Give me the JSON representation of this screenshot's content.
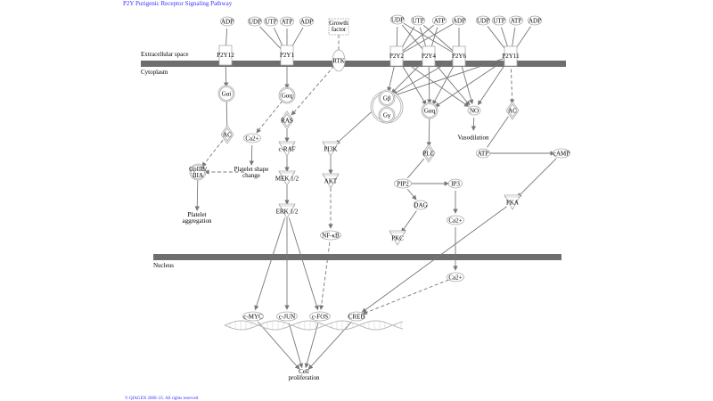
{
  "title": "P2Y Purigenic Receptor Signaling Pathway",
  "copyright": "© QIAGEN 2000–25. All rights reserved",
  "compartments": {
    "extracellular": "Extracellular space",
    "cytoplasm": "Cytoplasm",
    "nucleus": "Nucleus"
  },
  "colors": {
    "membrane": "#6e6e6e",
    "edge": "#777777",
    "node_stroke": "#aaaaaa",
    "link": "#3333ff"
  },
  "nodes": {
    "adp1": "ADP",
    "udp1": "UDP",
    "utp1": "UTP",
    "atp1": "ATP",
    "adp2": "ADP",
    "gf": "Growth factor",
    "udp2": "UDP",
    "utp2": "UTP",
    "atp2": "ATP",
    "adp3": "ADP",
    "udp3": "UDP",
    "utp3": "UTP",
    "atp3": "ATP",
    "adp4": "ADP",
    "p2y12": "P2Y12",
    "p2y1": "P2Y1",
    "rtk": "RTK",
    "p2y2": "P2Y2",
    "p2y4": "P2Y4",
    "p2y6": "P2Y6",
    "p2y11": "P2Y11",
    "gai": "Gαi",
    "gaq1": "Gαq",
    "gb": "Gβ",
    "gg": "Gγ",
    "gaq2": "Gαq",
    "no": "NO",
    "vaso": "Vasodilation",
    "ac2": "AC",
    "ac1": "AC",
    "ca1": "Ca2+",
    "ras": "RAS",
    "craf": "c-RAF",
    "pi3k": "PI3K",
    "mek": "MEK 1/2",
    "akt": "AKT",
    "erk": "ERK 1/2",
    "nfkb": "NF-κB",
    "gp2b": "GpIIB/ IIIA",
    "psc": "Platelet shape change",
    "pagg": "Platelet aggregation",
    "plc": "PLC",
    "pip2": "PIP2",
    "ip3": "IP3",
    "dag": "DAG",
    "ca2": "Ca2+",
    "pkc": "PKC",
    "pka": "PKA",
    "atp5": "ATP",
    "camp": "cAMP",
    "ca3": "Ca2+",
    "cmyc": "c-MYC",
    "cjun": "c-JUN",
    "cfos": "c-FOS",
    "creb": "CREB",
    "cellp": "Cell proliferation"
  }
}
